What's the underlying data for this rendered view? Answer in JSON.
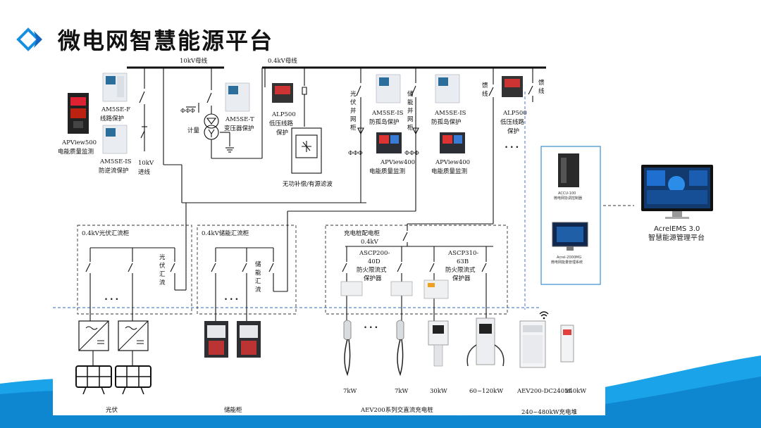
{
  "slide": {
    "title": "微电网智慧能源平台"
  },
  "buses": {
    "hv": "10kV母线",
    "lv": "0.4kV母线",
    "lv_small": "0.4kV"
  },
  "devices": {
    "apview500": [
      "APView500",
      "电能质量监测"
    ],
    "am5se_f": [
      "AM5SE-F",
      "线路保护"
    ],
    "am5se_is_reverse": [
      "AM5SE-IS",
      "防逆流保护"
    ],
    "incoming": [
      "10kV",
      "进线"
    ],
    "metering": "计量",
    "am5se_t": [
      "AM5SE-T",
      "变压器保护"
    ],
    "alp500_a": [
      "ALP500",
      "低压线路",
      "保护"
    ],
    "filter": "无功补偿/有源滤波",
    "pv_grid": [
      "光",
      "伏",
      "并",
      "网",
      "柜"
    ],
    "am5se_is_a": [
      "AM5SE-IS",
      "防孤岛保护"
    ],
    "storage_grid": [
      "储",
      "能",
      "并",
      "网",
      "柜"
    ],
    "am5se_is_b": [
      "AM5SE-IS",
      "防孤岛保护"
    ],
    "feeder_a": [
      "馈",
      "线"
    ],
    "feeder_b": [
      "馈",
      "线"
    ],
    "alp500_b": [
      "ALP500",
      "低压线路",
      "保护"
    ],
    "apview400_a": [
      "APView400",
      "电能质量监测"
    ],
    "apview400_b": [
      "APView400",
      "电能质量监测"
    ]
  },
  "controllers": {
    "accu": [
      "ACCU-100",
      "微电网协调控制器"
    ],
    "acrel2000": [
      "Acrel-2000MG",
      "微电网能量管理系统"
    ]
  },
  "platform": {
    "name": "AcrelEMS 3.0",
    "subtitle": "智慧能源管理平台"
  },
  "cabinets": {
    "pv": "0.4kV光伏汇流柜",
    "storage": "0.4kV储能汇流柜",
    "charging": "充电桩配电柜",
    "pv_combiner": [
      "光",
      "伏",
      "汇",
      "流"
    ],
    "storage_combiner": [
      "储",
      "能",
      "汇",
      "流"
    ],
    "ascp200": [
      "ASCP200-",
      "40D",
      "防火限流式",
      "保护器"
    ],
    "ascp310": [
      "ASCP310-",
      "63B",
      "防火限流式",
      "保护器"
    ]
  },
  "bottom": {
    "pv": "光伏",
    "storage": "储能柜",
    "charger_series": "AEV200系列交直流充电桩",
    "charging_station": "240~480kW充电堆",
    "power_labels": [
      "7kW",
      "7kW",
      "30kW",
      "60~120kW",
      "AEV200-DC240M",
      "240kW"
    ]
  },
  "ellipsis": "• • •",
  "colors": {
    "accent": "#1a8fe0",
    "diamond_dark": "#1565c0",
    "wave": "#1aa3e8"
  },
  "icons": {
    "title": "diamond-arrow-icon",
    "breaker": "breaker-switch-icon",
    "transformer": "transformer-icon",
    "ct": "current-transformer-icon",
    "ground": "ground-icon",
    "inverter": "inverter-icon",
    "solar": "solar-panel-icon",
    "wifi": "wifi-icon"
  }
}
